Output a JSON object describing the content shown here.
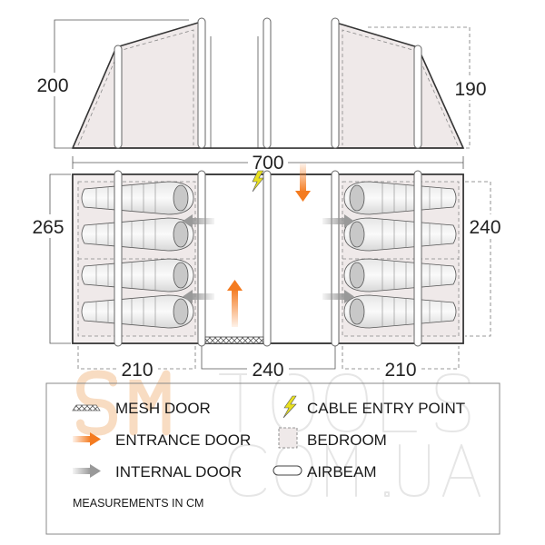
{
  "dimensions": {
    "side_left_height": "200",
    "side_right_height": "190",
    "total_length": "700",
    "floor_width": "265",
    "bedroom_depth": "240",
    "bedroom_left_length": "210",
    "living_length": "240",
    "bedroom_right_length": "210"
  },
  "legend": {
    "items": [
      {
        "icon": "mesh-door-icon",
        "label": "MESH DOOR"
      },
      {
        "icon": "entrance-arrow-icon",
        "label": "ENTRANCE DOOR"
      },
      {
        "icon": "internal-arrow-icon",
        "label": "INTERNAL DOOR"
      },
      {
        "icon": "lightning-icon",
        "label": "CABLE ENTRY POINT"
      },
      {
        "icon": "bedroom-icon",
        "label": "BEDROOM"
      },
      {
        "icon": "airbeam-icon",
        "label": "AIRBEAM"
      }
    ],
    "note": "MEASUREMENTS IN CM"
  },
  "watermark": [
    "SM",
    "TOOLS",
    "COM.UA"
  ],
  "colors": {
    "entrance": "#f47b20",
    "internal": "#9a9a9a",
    "bedroom": "#efe9e9",
    "cable": "#e8e020"
  }
}
